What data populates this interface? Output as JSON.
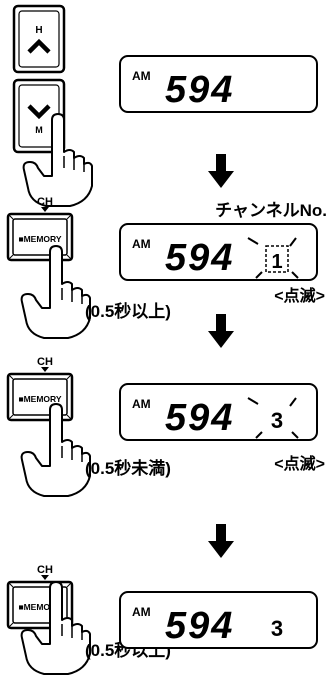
{
  "steps": [
    {
      "buttons": [
        {
          "label": "H",
          "icon": "chevron-up-icon"
        },
        {
          "label": "M",
          "icon": "chevron-down-icon"
        }
      ],
      "display": {
        "band": "AM",
        "frequency": "594",
        "channel": ""
      }
    },
    {
      "button": {
        "top_label": "CH",
        "label": "■MEMORY"
      },
      "hold": "(0.5秒以上)",
      "display": {
        "band": "AM",
        "frequency": "594",
        "channel": "1"
      },
      "callout": "チャンネルNo.",
      "blink": "<点滅>"
    },
    {
      "button": {
        "top_label": "CH",
        "label": "■MEMORY"
      },
      "hold": "(0.5秒未満)",
      "display": {
        "band": "AM",
        "frequency": "594",
        "channel": "3"
      },
      "blink": "<点滅>"
    },
    {
      "button": {
        "top_label": "CH",
        "label": "■MEMORY"
      },
      "hold": "(0.5秒以上)",
      "display": {
        "band": "AM",
        "frequency": "594",
        "channel": "3"
      }
    }
  ]
}
